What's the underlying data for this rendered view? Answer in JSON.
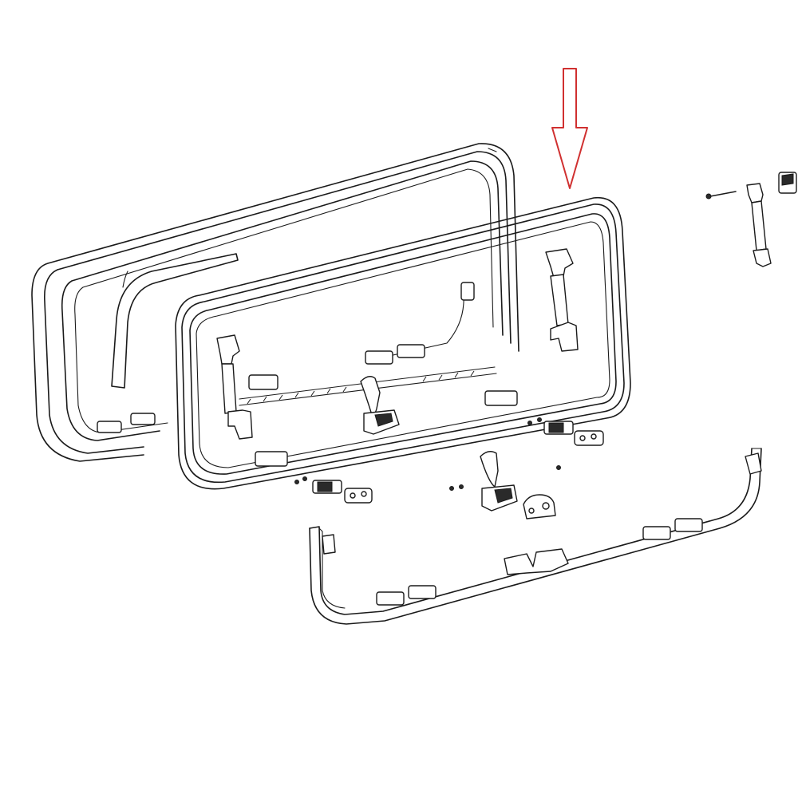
{
  "diagram": {
    "parts": [
      "outer-window-frame",
      "inner-window-frame",
      "frame-seal-strip",
      "stay-arm-left",
      "stay-arm-right",
      "loose-stay-arm",
      "central-latch-handle",
      "loose-latch-handle",
      "bottom-hinge-rail",
      "clip-parts",
      "screws"
    ],
    "highlight_color": "#d03030",
    "line_color": "#1a1a1a"
  }
}
